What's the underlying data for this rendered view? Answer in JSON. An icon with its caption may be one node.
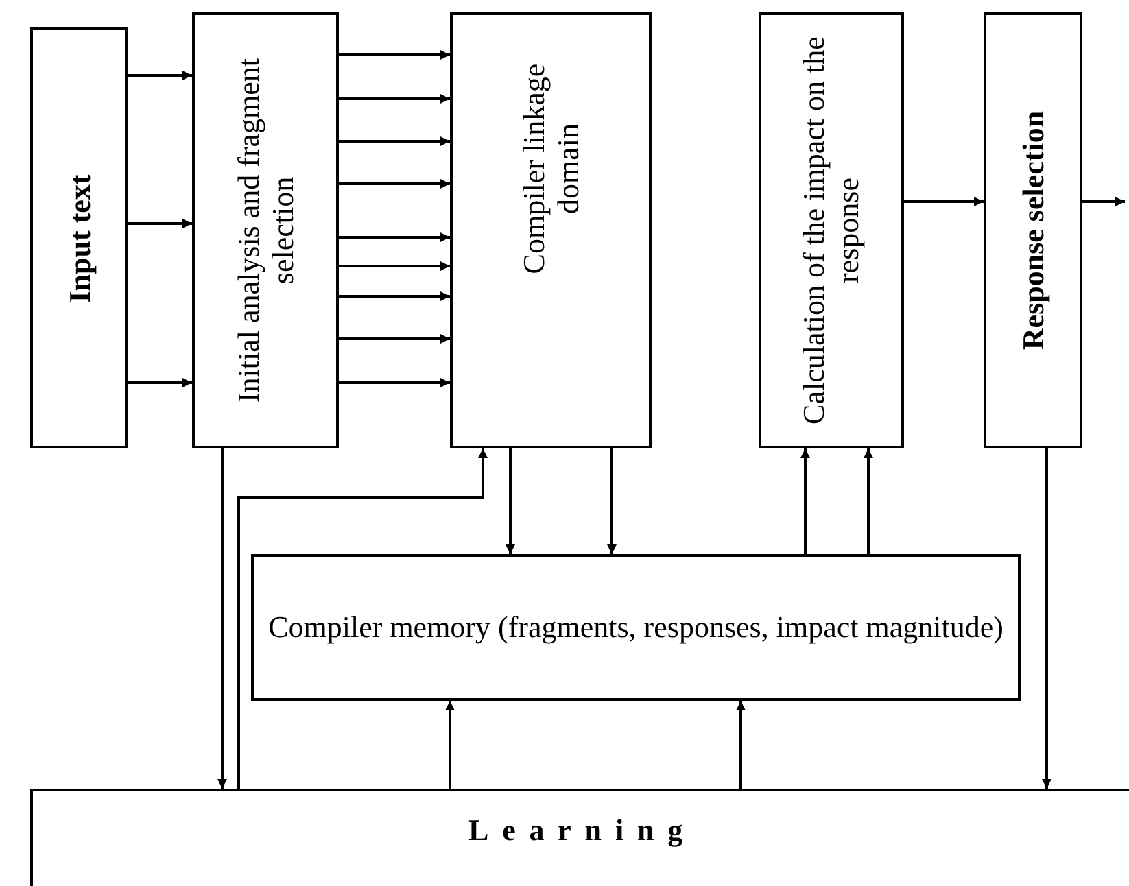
{
  "diagram": {
    "nodes": [
      {
        "text": [
          "Input text"
        ]
      },
      {
        "text": [
          "Initial analysis and fragment selection"
        ]
      },
      {
        "text": [
          "Compiler linkage domain"
        ]
      },
      {
        "text": [
          "Calculation of the impact on the response"
        ]
      },
      {
        "text": [
          "Response selection"
        ]
      },
      {
        "text": [
          "Compiler memory (fragments, responses, impact magnitude)"
        ]
      },
      {
        "text": [
          "Learning"
        ]
      }
    ],
    "edges": [
      {
        "from": 0,
        "to": 1,
        "arrow": "to"
      },
      {
        "from": 0,
        "to": 1,
        "arrow": "to"
      },
      {
        "from": 0,
        "to": 1,
        "arrow": "to"
      },
      {
        "from": 1,
        "to": 2,
        "arrow": "to"
      },
      {
        "from": 1,
        "to": 2,
        "arrow": "to"
      },
      {
        "from": 1,
        "to": 2,
        "arrow": "to"
      },
      {
        "from": 1,
        "to": 2,
        "arrow": "to"
      },
      {
        "from": 1,
        "to": 2,
        "arrow": "to"
      },
      {
        "from": 1,
        "to": 2,
        "arrow": "to"
      },
      {
        "from": 1,
        "to": 2,
        "arrow": "to"
      },
      {
        "from": 1,
        "to": 2,
        "arrow": "to"
      },
      {
        "from": 1,
        "to": 2,
        "arrow": "to"
      },
      {
        "from": 3,
        "to": 4,
        "arrow": "to"
      },
      {
        "from": 4,
        "to": null,
        "arrow": "to"
      },
      {
        "from": 1,
        "to": 6,
        "arrow": "to"
      },
      {
        "from": 6,
        "to": 2,
        "arrow": "to"
      },
      {
        "from": 2,
        "to": 5,
        "arrow": "to"
      },
      {
        "from": 2,
        "to": 5,
        "arrow": "to"
      },
      {
        "from": 5,
        "to": 3,
        "arrow": "to"
      },
      {
        "from": 5,
        "to": 3,
        "arrow": "to"
      },
      {
        "from": 6,
        "to": 5,
        "arrow": "to"
      },
      {
        "from": 6,
        "to": 5,
        "arrow": "to"
      },
      {
        "from": 4,
        "to": 6,
        "arrow": "to"
      }
    ]
  }
}
